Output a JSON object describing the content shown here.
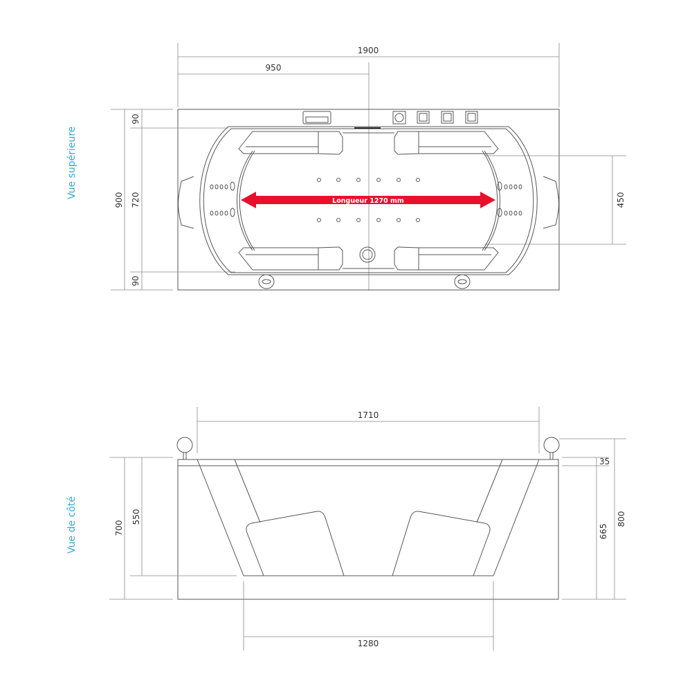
{
  "views": {
    "top": {
      "label": "Vue supérieure",
      "dims": {
        "total_length": "1900",
        "half_length": "950",
        "total_width": "900",
        "inner_width": "720",
        "rim_top": "90",
        "rim_bottom": "90",
        "seat_span": "450"
      },
      "arrow_label": "Longueur 1270 mm",
      "arrow_color": "#e8112d"
    },
    "side": {
      "label": "Vue de côté",
      "dims": {
        "inner_top_length": "1710",
        "bottom_length": "1280",
        "apron_height": "700",
        "inner_depth": "550",
        "rim_thickness": "35",
        "body_height": "665",
        "total_height": "800"
      }
    }
  },
  "colors": {
    "line": "#555555",
    "label_blue": "#3aa6d0"
  }
}
